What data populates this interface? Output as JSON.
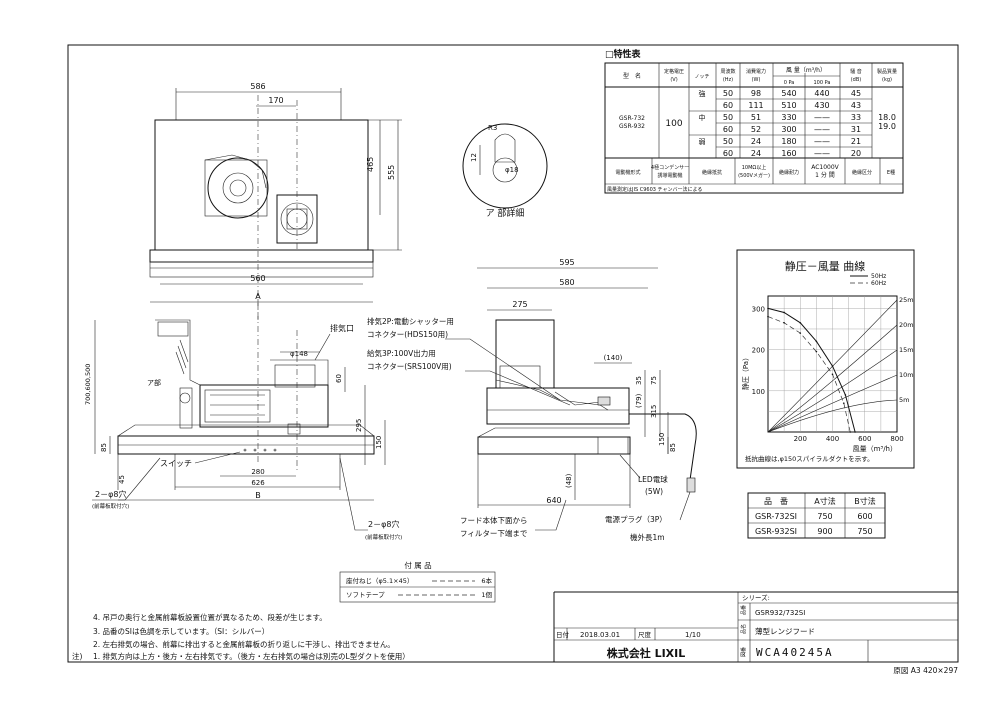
{
  "spec_table": {
    "title": "□特性表",
    "header": {
      "model": "型　名",
      "voltage": "定格電圧",
      "voltage_unit": "(V)",
      "notch": "ノッチ",
      "freq": "周波数",
      "freq_unit": "(Hz)",
      "power": "消費電力",
      "power_unit": "(W)",
      "airflow": "風 量（m³/h）",
      "airflow_0pa": "0 Pa",
      "airflow_100pa": "100 Pa",
      "noise": "騒 音",
      "noise_unit": "(dB)",
      "weight": "製品質量",
      "weight_unit": "(kg)"
    },
    "models": "GSR-732\nGSR-932",
    "voltage_value": "100",
    "weights": "18.0\n19.0",
    "notches": [
      "強",
      "中",
      "弱"
    ],
    "rows": [
      {
        "hz": "50",
        "w": "98",
        "pa0": "540",
        "pa100": "440",
        "db": "45"
      },
      {
        "hz": "60",
        "w": "111",
        "pa0": "510",
        "pa100": "430",
        "db": "43"
      },
      {
        "hz": "50",
        "w": "51",
        "pa0": "330",
        "pa100": "——",
        "db": "33"
      },
      {
        "hz": "60",
        "w": "52",
        "pa0": "300",
        "pa100": "——",
        "db": "31"
      },
      {
        "hz": "50",
        "w": "24",
        "pa0": "180",
        "pa100": "——",
        "db": "21"
      },
      {
        "hz": "60",
        "w": "24",
        "pa0": "160",
        "pa100": "——",
        "db": "20"
      }
    ],
    "foot": {
      "motor_label": "電動機形式",
      "motor_value": "4極コンデンサー\n誘導電動機",
      "insulation_label": "絶縁抵抗",
      "insulation_value": "10MΩ以上\n(500Vメガー)",
      "withstand_label": "絶縁耐力",
      "withstand_value": "AC1000V\n1 分 間",
      "class_label": "絶縁区分",
      "class_value": "E種"
    },
    "note": "風量測定はJIS C9603 チャンバー法による"
  },
  "detail": {
    "label": "ア 部詳細",
    "r3": "R3",
    "d8": "φ18",
    "dim12": "12"
  },
  "chart_data": {
    "type": "line",
    "title": "静圧－風量 曲線",
    "xlabel": "風量（m³/h）",
    "ylabel": "静圧（Pa）",
    "xlim": [
      0,
      800
    ],
    "ylim": [
      0,
      330
    ],
    "xticks": [
      "200",
      "400",
      "600",
      "800"
    ],
    "yticks": [
      "100",
      "200",
      "300"
    ],
    "right_labels": [
      "25m",
      "20m",
      "15m",
      "10m",
      "5m"
    ],
    "legend": [
      "50Hz",
      "60Hz"
    ],
    "note": "抵抗曲線は,φ150スパイラルダクトを示す。",
    "series": [
      {
        "name": "50Hz",
        "x": [
          0,
          100,
          200,
          300,
          400,
          480,
          540
        ],
        "y": [
          300,
          290,
          265,
          220,
          160,
          90,
          0
        ]
      },
      {
        "name": "60Hz",
        "x": [
          0,
          100,
          200,
          300,
          400,
          470,
          510
        ],
        "y": [
          280,
          265,
          240,
          195,
          140,
          70,
          0
        ]
      }
    ]
  },
  "size_table": {
    "headers": [
      "品　番",
      "A寸法",
      "B寸法"
    ],
    "rows": [
      [
        "GSR-732SI",
        "750",
        "600"
      ],
      [
        "GSR-932SI",
        "900",
        "750"
      ]
    ]
  },
  "dims_top": {
    "d586": "586",
    "d170": "170",
    "d560": "560",
    "d465": "465",
    "d555": "555",
    "a": "A"
  },
  "dims_front": {
    "d148": "φ148",
    "d60": "60",
    "d85": "85",
    "d150": "150",
    "d295": "295",
    "d280": "280",
    "d626": "626",
    "b": "B",
    "d45": "45",
    "vh": "700,600,500",
    "a_mark": "ア部",
    "exhaust": "排気口",
    "switch": "スイッチ",
    "hole1": "2－φ8穴",
    "hole1_sub": "(前幕板取付穴)",
    "hole2": "2－φ8穴",
    "hole2_sub": "(前幕板取付穴)"
  },
  "dims_side": {
    "d595": "595",
    "d580": "580",
    "d275": "275",
    "d140": "(140)",
    "d75": "75",
    "d315": "315",
    "d79": "(79)",
    "d35": "35",
    "d150": "150",
    "d85": "85",
    "d48": "(48)",
    "d640": "640",
    "conn1a": "排気2P:電動シャッター用",
    "conn1b": "コネクター(HDS150用)",
    "conn2a": "給気3P:100V出力用",
    "conn2b": "コネクター(SRS100V用)",
    "led": "LED電球",
    "led_w": "(5W)",
    "plug": "電源プラグ（3P）",
    "cord": "機外長1m",
    "filter1": "フード本体下面から",
    "filter2": "フィルター下端まで"
  },
  "accessories": {
    "title": "付 属 品",
    "item1": "座付ねじ（φ5.1×45）",
    "qty1": "6本",
    "item2": "ソフトテープ",
    "qty2": "1個"
  },
  "notes": [
    "4. 吊戸の奥行と金属前幕板設置位置が異なるため、段差が生じます。",
    "3. 品番のSIは色調を示しています。（SI：シルバー）",
    "2. 左右排気の場合、前幕に排出すると金属前幕板の折り返しに干渉し、排出できません。",
    "1. 排気方向は上方・後方・左右排気です。（後方・左右排気の場合は別売のL型ダクトを使用）"
  ],
  "notes_label": "注)",
  "titleblock": {
    "series_label": "シリーズ:",
    "series": "GSR932/732SI",
    "kind_label": "品番",
    "name_label": "品名",
    "name": "薄型レンジフード",
    "date_label": "日付",
    "date": "2018.03.01",
    "scale_label": "尺度",
    "scale": "1/10",
    "company": "株式会社 LIXIL",
    "drawing_label": "図番",
    "drawing_no": "WCA40245A",
    "paper": "原図 A3 420×297"
  }
}
